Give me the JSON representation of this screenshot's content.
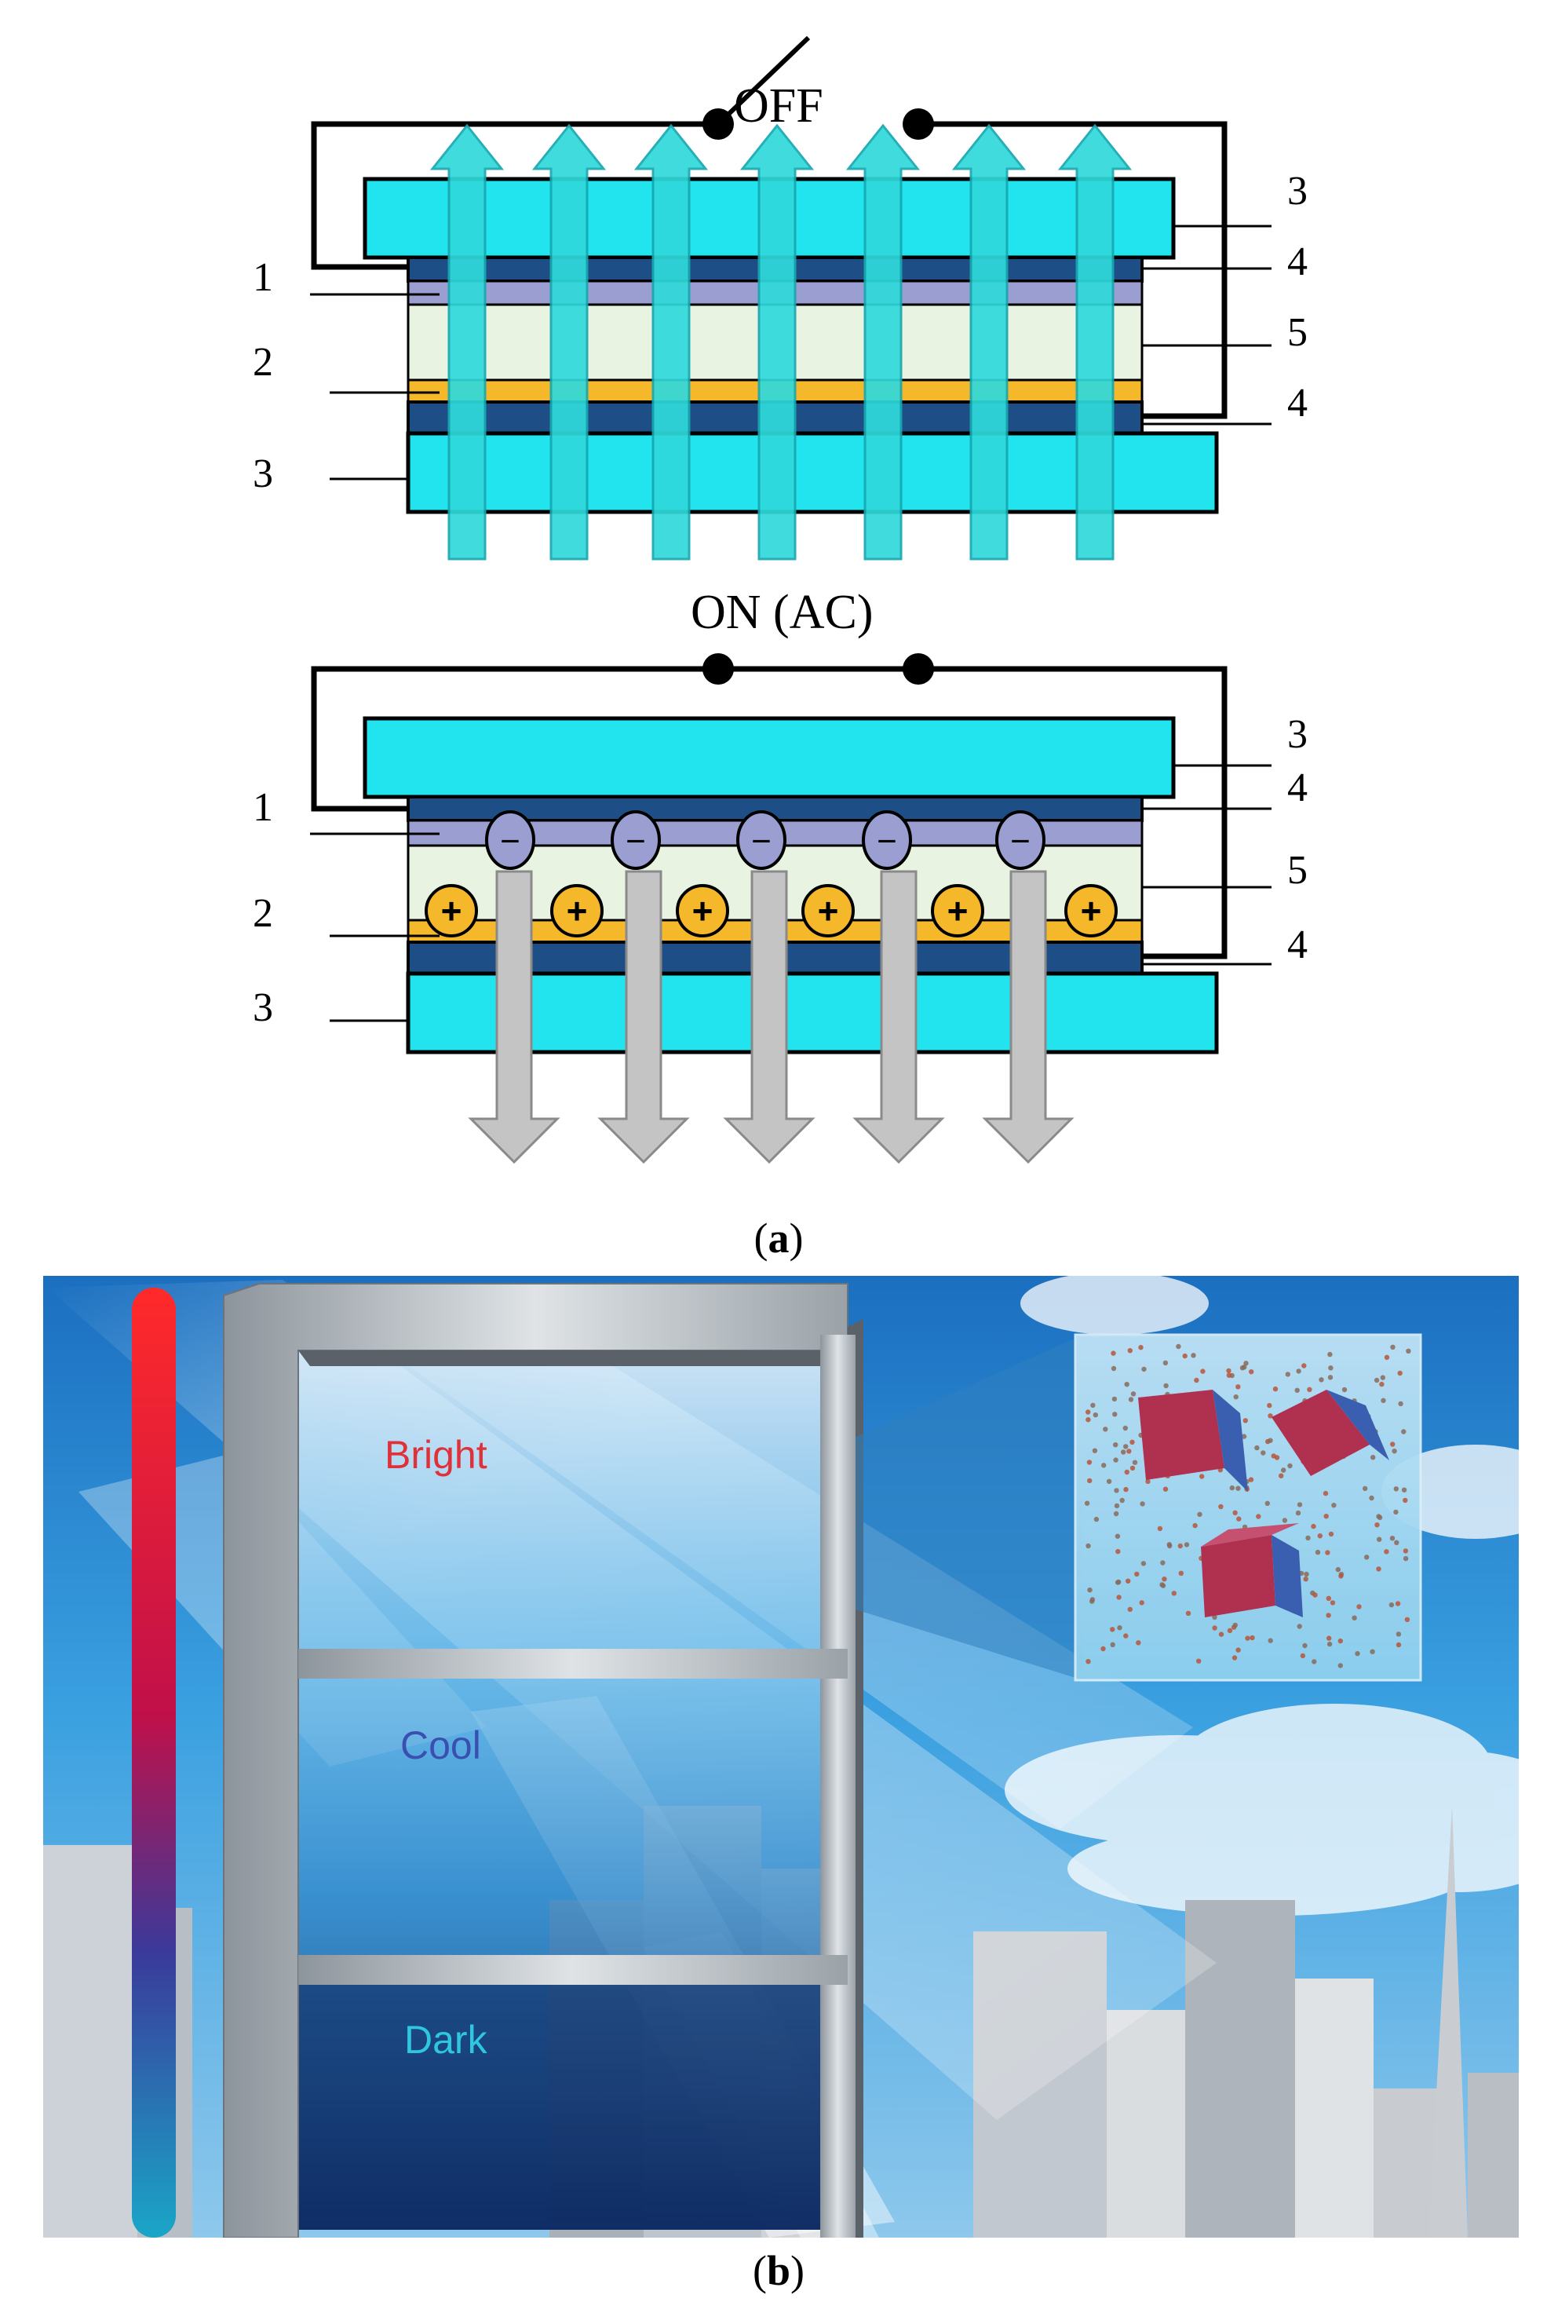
{
  "panel_a": {
    "off_state": {
      "switch_label": "OFF",
      "left_labels": [
        "1",
        "2",
        "3"
      ],
      "right_labels": [
        "3",
        "4",
        "5",
        "4"
      ]
    },
    "on_state": {
      "switch_label": "ON (AC)",
      "left_labels": [
        "1",
        "2",
        "3"
      ],
      "right_labels": [
        "3",
        "4",
        "5",
        "4"
      ],
      "negative_sign": "−",
      "positive_sign": "+"
    },
    "caption": {
      "open": "(",
      "letter": "a",
      "close": ")"
    }
  },
  "panel_b": {
    "labels": {
      "bright": "Bright",
      "cool": "Cool",
      "dark": "Dark"
    },
    "caption": {
      "open": "(",
      "letter": "b",
      "close": ")"
    }
  },
  "colors": {
    "glass": "#21e4ee",
    "dark_layer": "#1d4f86",
    "violet_layer": "#9a9ed0",
    "electrolyte": "#e9f3e2",
    "gold_layer": "#f4b82a",
    "light_arrow": "#2fd9db",
    "blocked_arrow": "#c4c4c4",
    "sky": "#1f8fd6",
    "bright_text": "#e0303a",
    "cool_text": "#3b4fb0",
    "dark_text": "#2fc6e0"
  }
}
